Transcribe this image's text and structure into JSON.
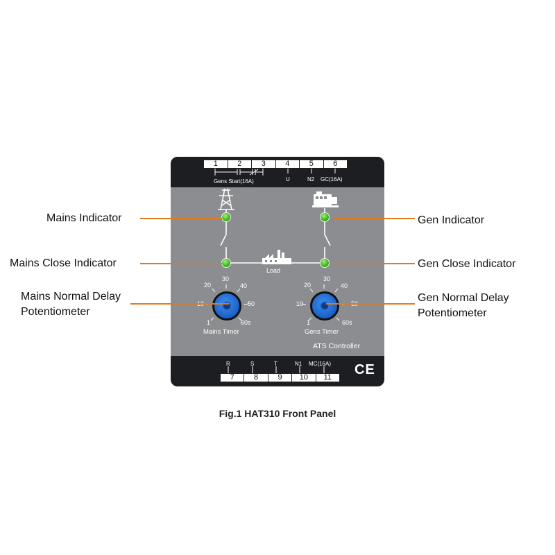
{
  "terminals_top": {
    "numbers": [
      "1",
      "2",
      "3",
      "4",
      "5",
      "6"
    ],
    "labels": {
      "gens_start": "Gens Start(16A)",
      "u": "U",
      "n2": "N2",
      "gc": "GC(16A)"
    }
  },
  "terminals_bottom": {
    "numbers": [
      "7",
      "8",
      "9",
      "10",
      "11"
    ],
    "labels": [
      "R",
      "S",
      "T",
      "N1",
      "MC(16A)"
    ]
  },
  "load_label": "Load",
  "mains_dial": {
    "marks": [
      "20",
      "30",
      "40",
      "10",
      "50",
      "1",
      "60s"
    ],
    "label": "Mains Timer"
  },
  "gens_dial": {
    "marks": [
      "20",
      "30",
      "40",
      "10",
      "50",
      "1",
      "60s"
    ],
    "label": "Gens Timer"
  },
  "device_name": "ATS Controller",
  "ce_mark": "CE",
  "callouts": {
    "mains_indicator": "Mains Indicator",
    "mains_close_indicator": "Mains Close Indicator",
    "mains_pot_line1": "Mains Normal Delay",
    "mains_pot_line2": "Potentiometer",
    "gen_indicator": "Gen Indicator",
    "gen_close_indicator": "Gen Close Indicator",
    "gen_pot_line1": "Gen Normal Delay",
    "gen_pot_line2": "Potentiometer"
  },
  "caption": "Fig.1 HAT310 Front Panel",
  "colors": {
    "panel": "#8b8d90",
    "band": "#1d1e21",
    "leader": "#e07a1f",
    "led": "#3fb821",
    "knob": "#1c5fc4"
  }
}
